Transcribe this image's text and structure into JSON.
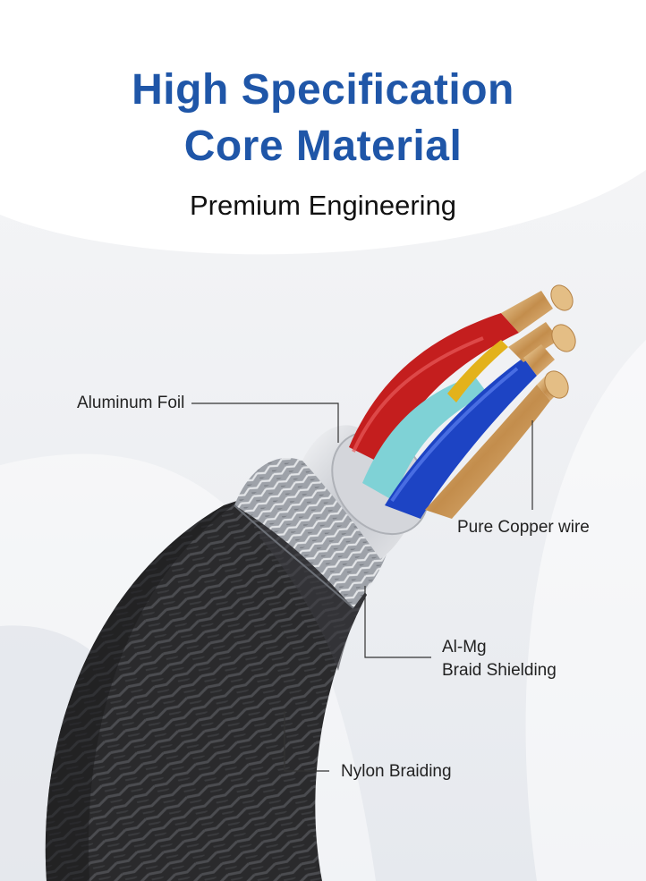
{
  "header": {
    "title_line_1": "High Specification",
    "title_line_2": "Core Material",
    "subtitle": "Premium Engineering"
  },
  "callouts": {
    "aluminum_foil": "Aluminum Foil",
    "pure_copper_wire": "Pure Copper wire",
    "al_mg_line_1": "Al-Mg",
    "al_mg_line_2": "Braid Shielding",
    "nylon_braiding": "Nylon Braiding"
  },
  "colors": {
    "title": "#1f56a8",
    "nylon_black": "#2a2a2c",
    "braid_silver": "#b9bcc2",
    "foil_silver": "#d8dadf",
    "wire_red": "#c41e1e",
    "wire_cyan": "#7fd2d6",
    "wire_blue": "#1d44c4",
    "wire_yellow": "#e3b21b",
    "copper": "#c99a5b"
  }
}
